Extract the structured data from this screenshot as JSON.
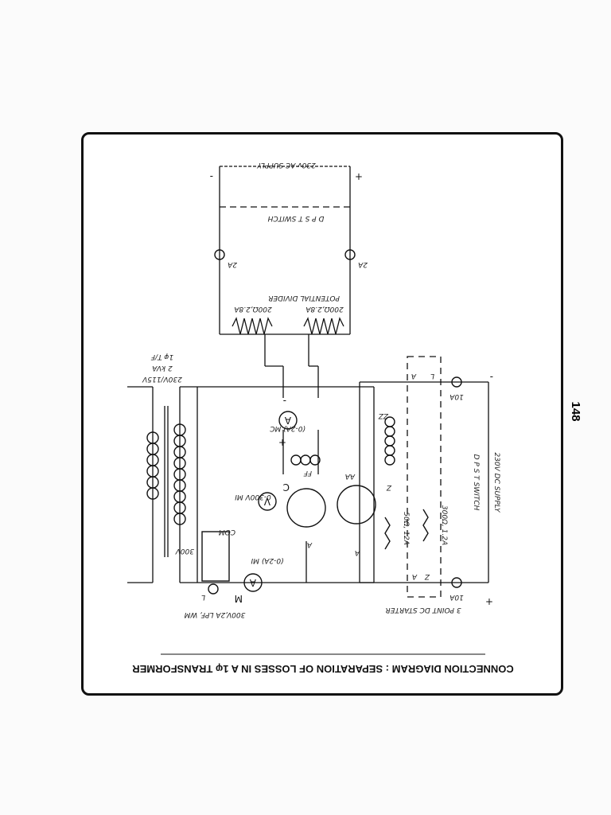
{
  "page_number": "148",
  "title": "CONNECTION DIAGRAM : SEPARATION OF LOSSES IN A 1φ TRANSFORMER",
  "labels": {
    "ac_supply": "230v AC SUPPLY",
    "dpst": "D P S T   SWITCH",
    "fuse_left": "2A",
    "fuse_right": "2A",
    "potential_divider": "POTENTIAL DIVIDER",
    "rheo1": "200Ω,2.8A",
    "rheo2": "200Ω,2.8A",
    "transformer_rating": "230V/115V",
    "transformer_kva": "2 kVA",
    "transformer_type": "1φ T/F",
    "ammeter_mc": "(0-2A) MC",
    "voltmeter": "0-300V MI",
    "ammeter_mi": "(0-2A) MI",
    "wattmeter": "300V,2A LPF, WM",
    "wm_com": "COM",
    "wm_300v": "300V",
    "field_ff": "FF",
    "field_zz": "ZZ",
    "armature_aa": "AA",
    "rheo_field": "300Ω, 1.2A",
    "rheo_arm": "50Ω, 12A",
    "starter": "3 POINT DC STARTER",
    "fuse_10a_1": "10A",
    "fuse_10a_2": "10A",
    "dc_supply": "230V DC SUPPLY",
    "tpst": "D P S T  SWITCH",
    "plus": "+",
    "minus": "-",
    "term_L": "L",
    "term_A": "A",
    "term_Z": "Z",
    "meter_A": "A",
    "meter_V": "V",
    "meter_M": "M",
    "meter_C": "C",
    "meter_L": "L",
    "mark_plus": "+",
    "mark_minus": "-"
  },
  "colors": {
    "ink": "#111111",
    "paper": "#ffffff"
  }
}
